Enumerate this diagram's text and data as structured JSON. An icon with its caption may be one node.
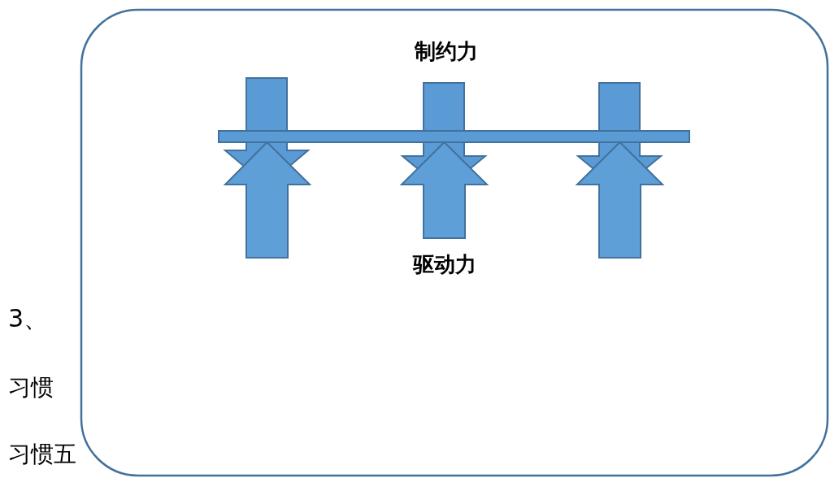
{
  "diagram": {
    "labels": [
      "制约力",
      "驱动力",
      "3、",
      "习惯",
      "习惯五"
    ]
  }
}
